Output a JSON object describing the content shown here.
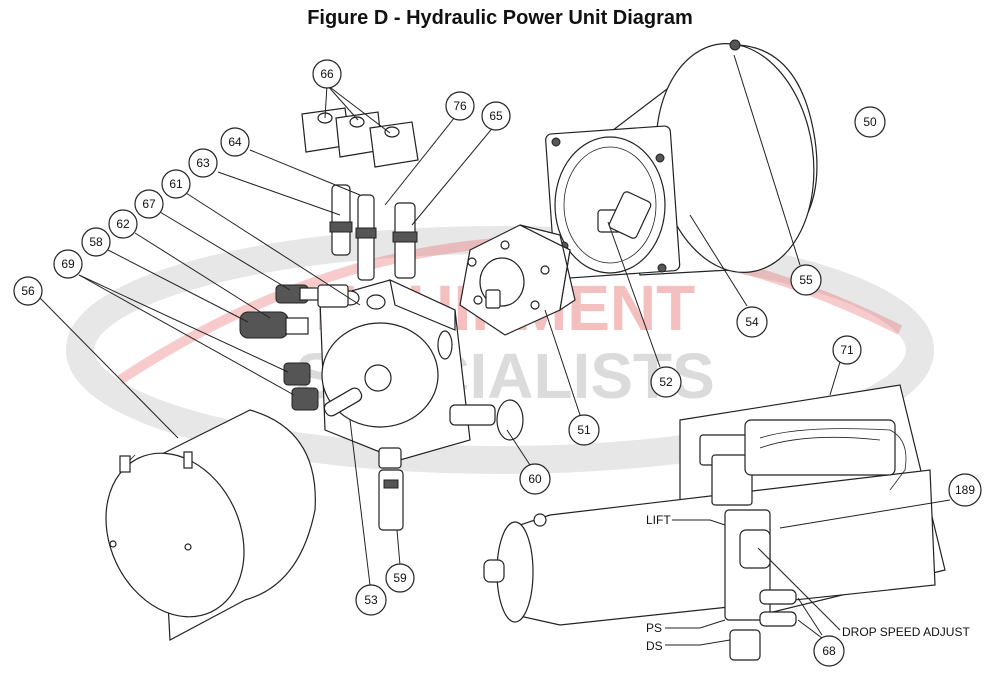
{
  "title": "Figure D - Hydraulic Power Unit Diagram",
  "watermark": {
    "line1": "EQUIPMENT",
    "line2": "SPECIALISTS"
  },
  "callouts": [
    "50",
    "55",
    "54",
    "52",
    "51",
    "66",
    "76",
    "65",
    "64",
    "63",
    "61",
    "67",
    "62",
    "58",
    "69",
    "56",
    "53",
    "59",
    "60",
    "71",
    "189",
    "68"
  ],
  "labels": {
    "lift": "LIFT",
    "ps": "PS",
    "ds": "DS",
    "drop_speed_adjust": "DROP SPEED ADJUST"
  }
}
